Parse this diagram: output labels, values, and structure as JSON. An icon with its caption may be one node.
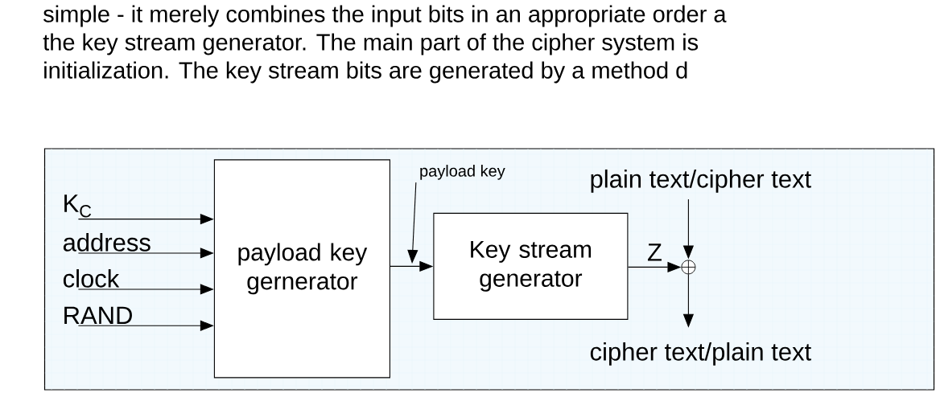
{
  "diagram": {
    "nodes": [
      {
        "text": [],
        "shape": "box"
      },
      {
        "text": [
          "K$_{C}$"
        ],
        "in": 0
      },
      {
        "text": [
          "address"
        ],
        "in": 0
      },
      {
        "text": [
          "clock"
        ],
        "in": 0
      },
      {
        "text": [
          "RAND"
        ],
        "in": 0
      },
      {
        "text": [
          "payload key gernerator"
        ],
        "in": 0
      },
      {
        "text": [
          "payload key"
        ],
        "in": 0
      },
      {
        "text": [
          "Key stream generator"
        ],
        "in": 0
      },
      {
        "text": [],
        "shape": "circle",
        "in": 0
      },
      {
        "text": [
          "plain text/cipher text"
        ],
        "in": 0
      },
      {
        "text": [
          "cipher text/plain text"
        ],
        "in": 0
      }
    ],
    "edges": [
      {
        "from": 1,
        "to": 5,
        "arrow": "to"
      },
      {
        "from": 2,
        "to": 5,
        "arrow": "to"
      },
      {
        "from": 3,
        "to": 5,
        "arrow": "to"
      },
      {
        "from": 4,
        "to": 5,
        "arrow": "to"
      },
      {
        "from": 5,
        "to": 7,
        "arrow": "to"
      },
      {
        "from": 6,
        "to": null,
        "arrow": "to"
      },
      {
        "from": 7,
        "to": 8,
        "arrow": "to",
        "label": "Z"
      },
      {
        "from": 9,
        "to": 8,
        "arrow": "to"
      },
      {
        "from": 8,
        "to": 10,
        "arrow": "to"
      }
    ],
    "labels": [
      "simple - it merely combines the input bits in an appropriate order a",
      "the key stream generator. The main part of the cipher system is",
      "initialization. The key stream bits are generated by a method d"
    ]
  }
}
